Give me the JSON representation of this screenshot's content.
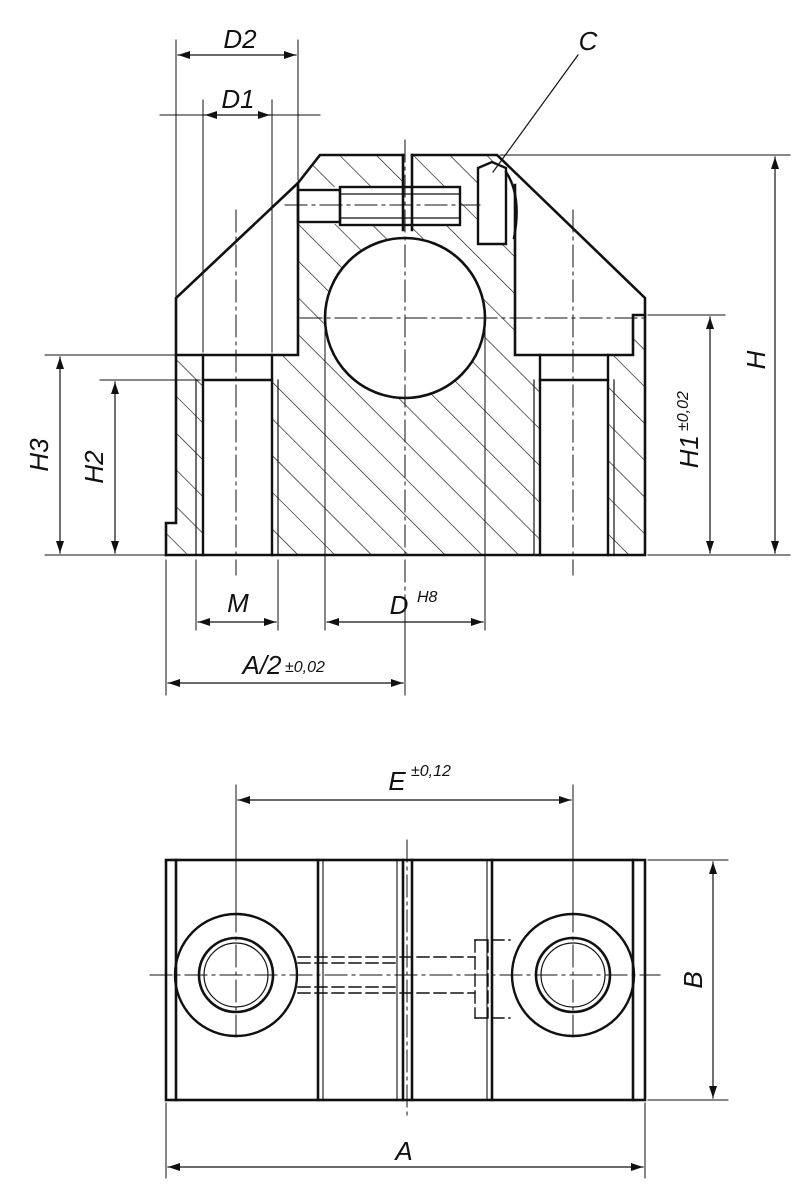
{
  "labels": {
    "d2": "D2",
    "d1": "D1",
    "c": "C",
    "h": "H",
    "h1": "H1",
    "h1_tol": "±0,02",
    "h2": "H2",
    "h3": "H3",
    "m": "M",
    "d": "D",
    "d_fit": "H8",
    "a_half": "A/2",
    "a_half_tol": "±0,02",
    "e": "E",
    "e_tol": "±0,12",
    "b": "B",
    "a": "A"
  },
  "colors": {
    "line": "#111111",
    "background": "#ffffff"
  }
}
